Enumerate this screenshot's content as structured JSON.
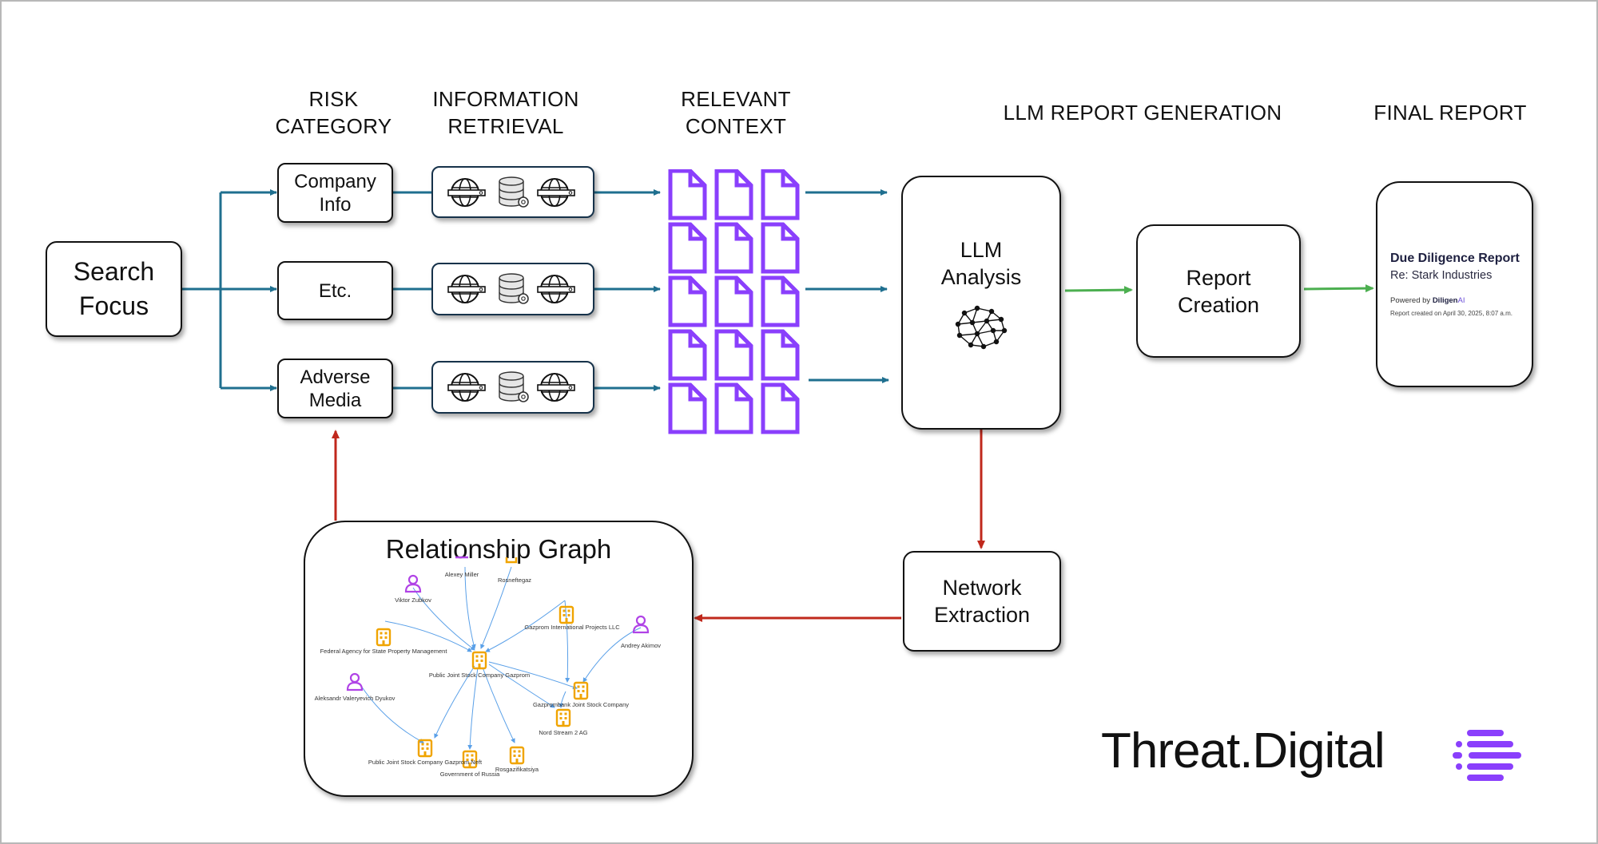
{
  "headers": {
    "risk_category": [
      "RISK",
      "CATEGORY"
    ],
    "information_retrieval": [
      "INFORMATION",
      "RETRIEVAL"
    ],
    "relevant_context": [
      "RELEVANT",
      "CONTEXT"
    ],
    "llm_report_generation": "LLM REPORT GENERATION",
    "final_report": "FINAL REPORT"
  },
  "search_focus": [
    "Search",
    "Focus"
  ],
  "risk_categories": [
    [
      "Company",
      "Info"
    ],
    [
      "Etc."
    ],
    [
      "Adverse",
      "Media"
    ]
  ],
  "llm_analysis": [
    "LLM",
    "Analysis"
  ],
  "report_creation": [
    "Report",
    "Creation"
  ],
  "network_extraction": [
    "Network",
    "Extraction"
  ],
  "relationship_graph": {
    "title": "Relationship Graph",
    "person_nodes": [
      "Viktor Zubkov",
      "Andrey Akimov",
      "Aleksandr Valeryevich Dyukov"
    ],
    "company_nodes": [
      "Alexey Miller",
      "Rosneftegaz",
      "Federal Agency for State Property Management",
      "Gazprom International Projects LLC",
      "Public Joint Stock Company Gazprom",
      "Gazprombank Joint Stock Company",
      "Nord Stream 2 AG",
      "Public Joint Stock Company Gazprom Neft",
      "Government of Russia",
      "Rosgazifikatsiya"
    ]
  },
  "final_report_doc": {
    "title": "Due Diligence Report",
    "subject": "Re: Stark Industries",
    "powered_prefix": "Powered by ",
    "brand_a": "Diligen",
    "brand_b": "AI",
    "created": "Report created on April 30, 2025, 8:07 a.m."
  },
  "brand": {
    "wordmark": "Threat.Digital",
    "icon": "threat-digital-logo-icon"
  },
  "colors": {
    "flow_arrow": "#1f6f8f",
    "report_arrow": "#4caf50",
    "feedback_arrow": "#c0281c",
    "document_icon": "#8a3ffc",
    "graph_person": "#b043e6",
    "graph_company": "#f0a400",
    "graph_edge": "#5aa0e8",
    "brand_icon": "#8a3ffc"
  }
}
